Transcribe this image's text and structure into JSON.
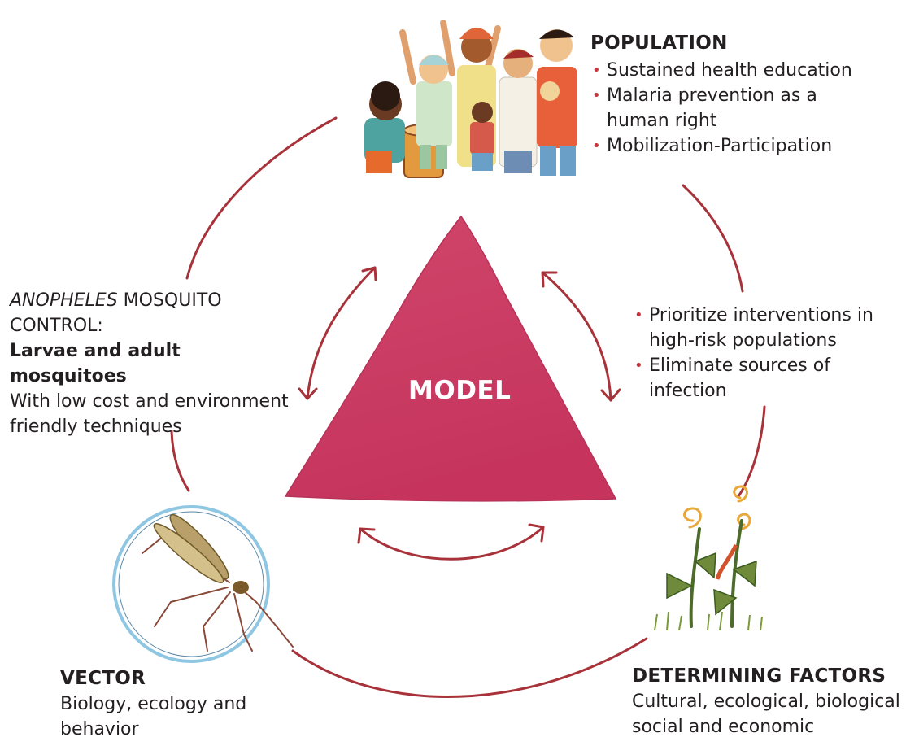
{
  "colors": {
    "arc": "#a8323a",
    "triangle": "#cf3c63",
    "bullet": "#c5373c",
    "vector_ring": "#8fc7e3"
  },
  "icons": {
    "population": "people-group-illustration",
    "vector": "mosquito-in-ring-illustration",
    "factors": "plants-illustration"
  },
  "center": {
    "label": "MODEL"
  },
  "population": {
    "heading": "POPULATION",
    "bullets": [
      "Sustained health education",
      "Malaria prevention as a human right",
      "Mobilization-Participation"
    ]
  },
  "interventions": {
    "bullets": [
      "Prioritize interventions in high-risk populations",
      "Eliminate sources of infection"
    ]
  },
  "mosquito_control": {
    "line1_italic": "ANOPHELES",
    "line1_rest": " MOSQUITO CONTROL:",
    "bold_line": "Larvae and adult mosquitoes",
    "body": "With low cost and environment friendly techniques"
  },
  "vector": {
    "heading": "VECTOR",
    "body": "Biology, ecology and behavior"
  },
  "factors": {
    "heading": "DETERMINING FACTORS",
    "body": "Cultural, ecological, biological social and economic"
  }
}
